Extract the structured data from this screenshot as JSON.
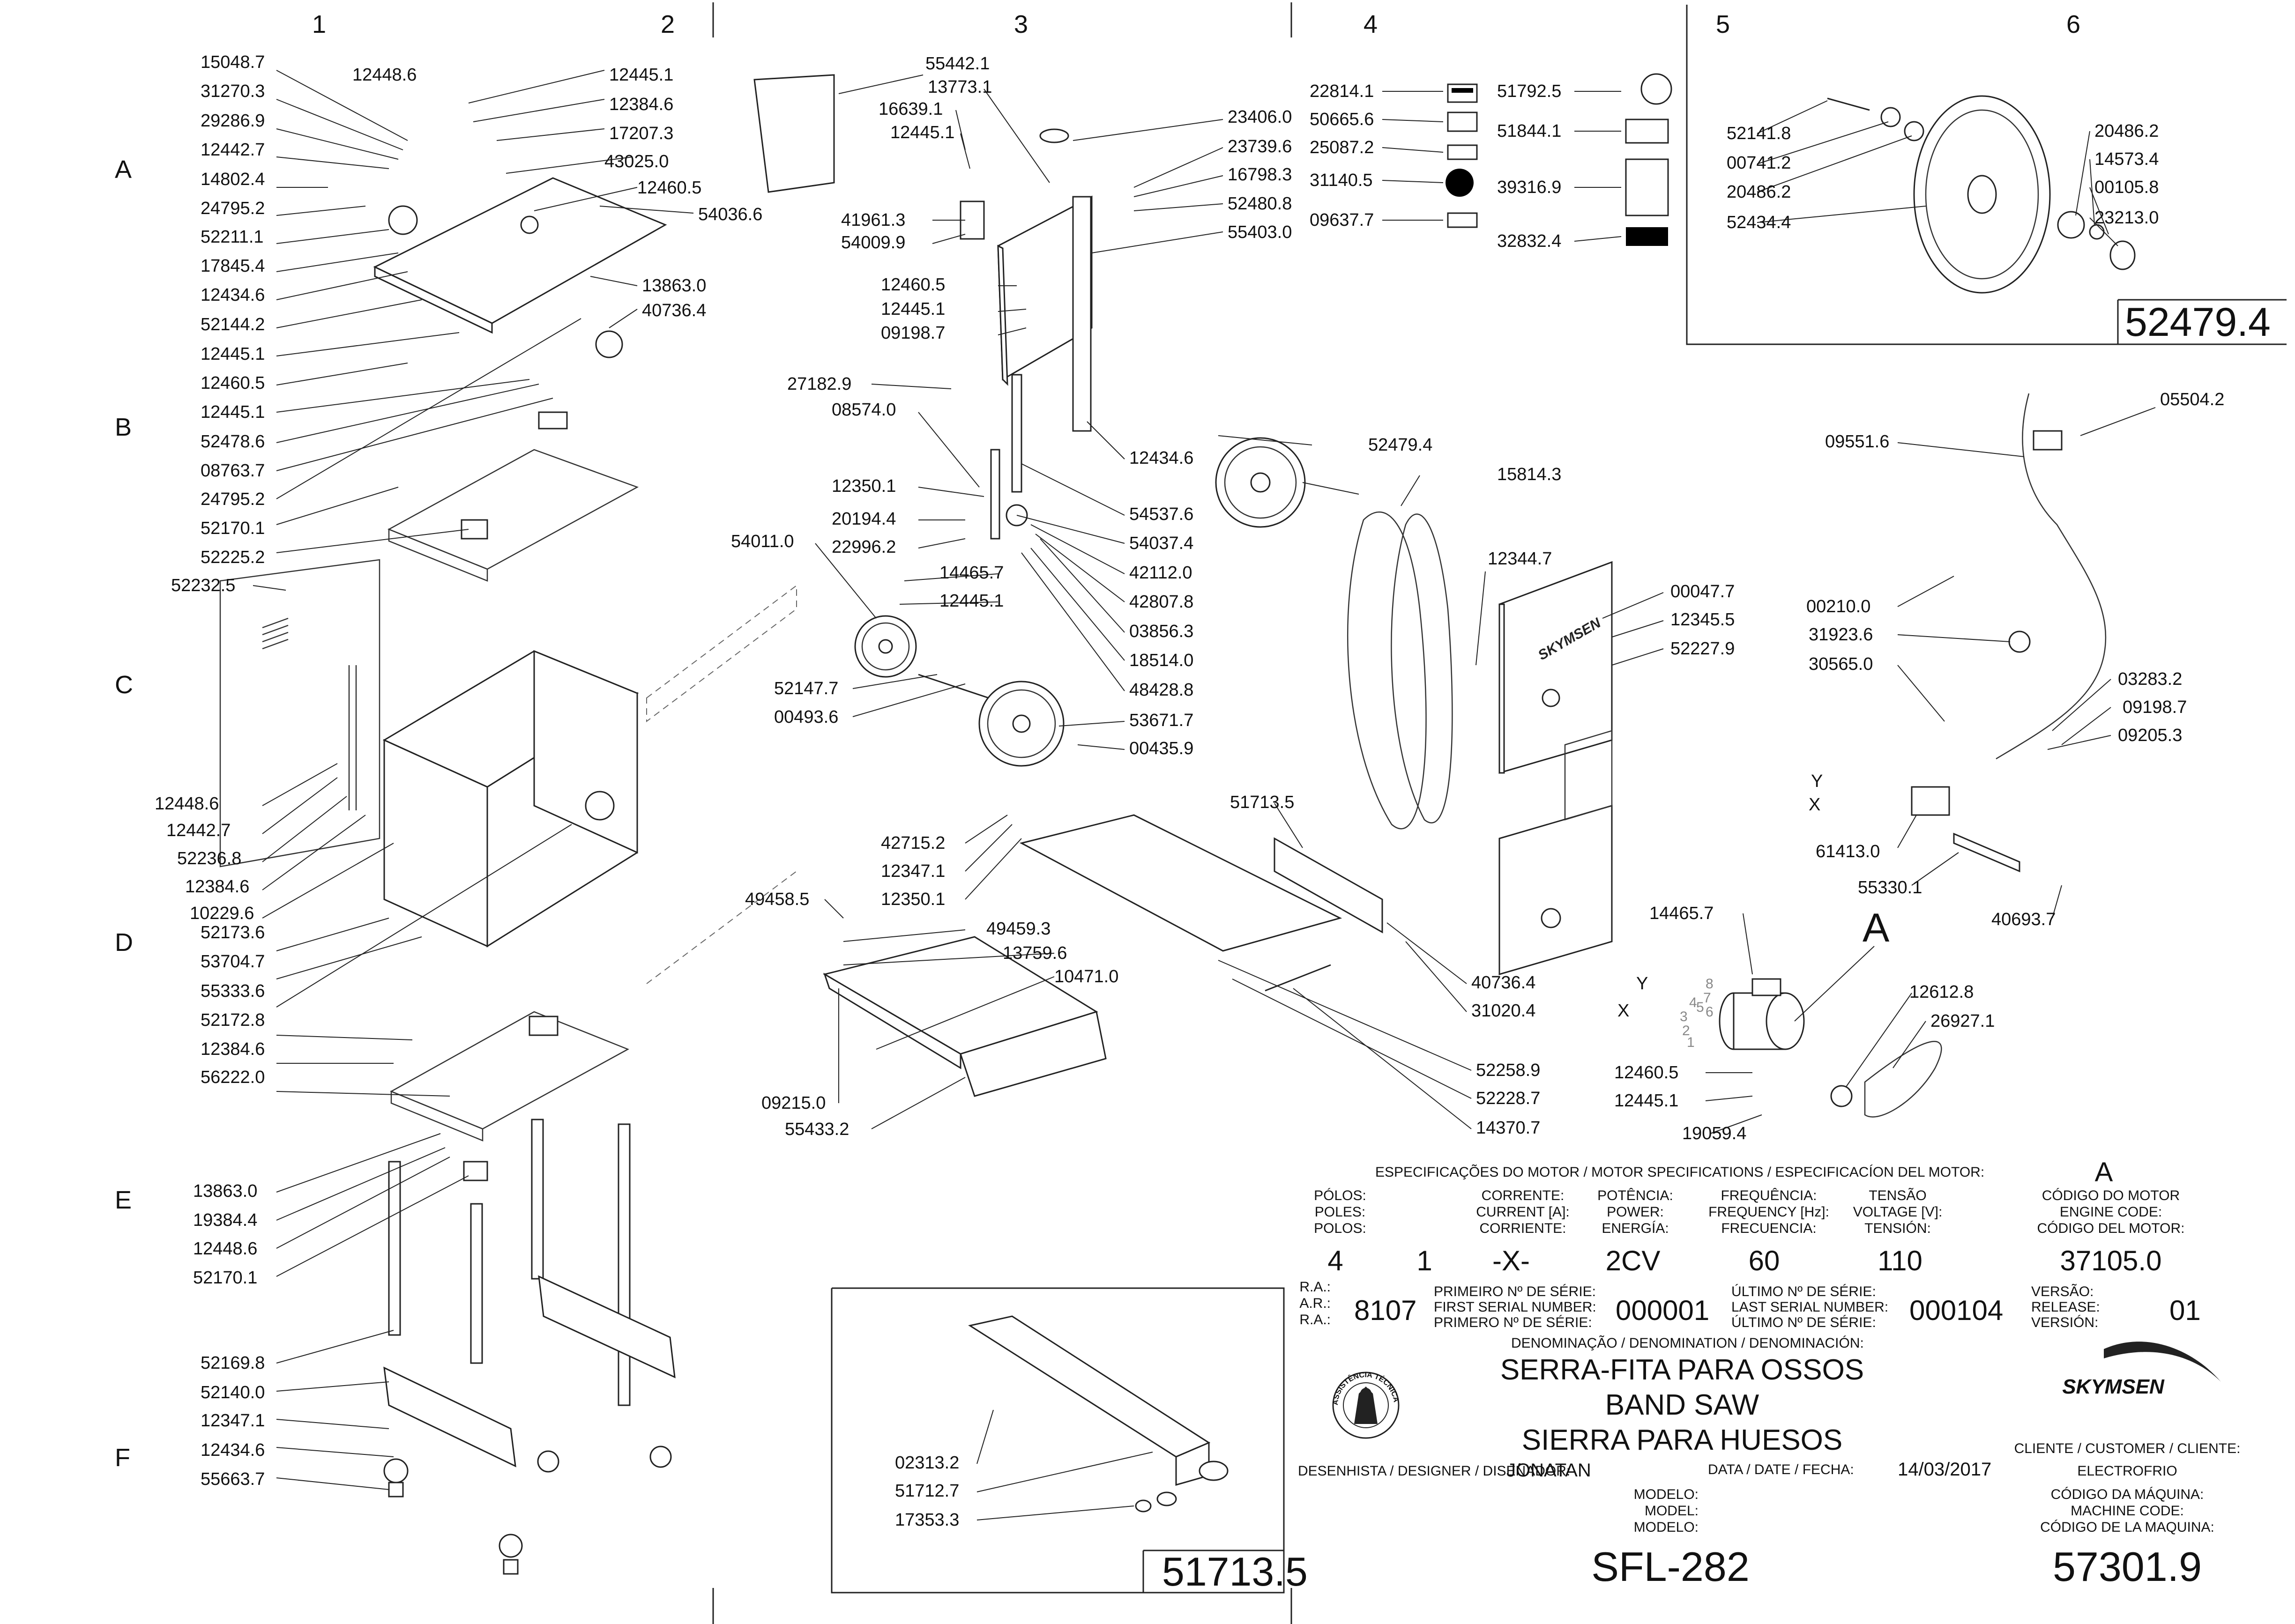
{
  "grid": {
    "columns": [
      "1",
      "2",
      "3",
      "4",
      "5",
      "6"
    ],
    "rows": [
      "A",
      "B",
      "C",
      "D",
      "E",
      "F"
    ]
  },
  "parts": {
    "p15048_7": "15048.7",
    "p12448_6a": "12448.6",
    "p12445_1a": "12445.1",
    "p31270_3": "31270.3",
    "p12384_6a": "12384.6",
    "p29286_9": "29286.9",
    "p17207_3": "17207.3",
    "p12442_7a": "12442.7",
    "p43025_0": "43025.0",
    "p14802_4": "14802.4",
    "p12460_5a": "12460.5",
    "p24795_2a": "24795.2",
    "p54036_6": "54036.6",
    "p52211_1": "52211.1",
    "p17845_4": "17845.4",
    "p13863_0a": "13863.0",
    "p12434_6a": "12434.6",
    "p40736_4a": "40736.4",
    "p52144_2": "52144.2",
    "p12445_1b": "12445.1",
    "p12460_5b": "12460.5",
    "p12445_1c": "12445.1",
    "p52478_6": "52478.6",
    "p08763_7": "08763.7",
    "p24795_2b": "24795.2",
    "p52170_1a": "52170.1",
    "p52225_2": "52225.2",
    "p52232_5": "52232.5",
    "p12448_6b": "12448.6",
    "p12442_7b": "12442.7",
    "p52236_8": "52236.8",
    "p12384_6b": "12384.6",
    "p10229_6": "10229.6",
    "p52173_6": "52173.6",
    "p53704_7": "53704.7",
    "p55333_6": "55333.6",
    "p52172_8": "52172.8",
    "p12384_6c": "12384.6",
    "p56222_0": "56222.0",
    "p13863_0b": "13863.0",
    "p19384_4": "19384.4",
    "p12448_6c": "12448.6",
    "p52170_1b": "52170.1",
    "p52169_8": "52169.8",
    "p52140_0": "52140.0",
    "p12347_1a": "12347.1",
    "p12434_6b": "12434.6",
    "p55663_7": "55663.7",
    "p55442_1": "55442.1",
    "p13773_1": "13773.1",
    "p16639_1": "16639.1",
    "p12445_1d": "12445.1",
    "p23406_0": "23406.0",
    "p23739_6": "23739.6",
    "p16798_3": "16798.3",
    "p52480_8": "52480.8",
    "p55403_0": "55403.0",
    "p41961_3": "41961.3",
    "p54009_9": "54009.9",
    "p12460_5c": "12460.5",
    "p12445_1e": "12445.1",
    "p09198_7a": "09198.7",
    "p27182_9": "27182.9",
    "p08574_0": "08574.0",
    "p12434_6c": "12434.6",
    "p12350_1a": "12350.1",
    "p54537_6": "54537.6",
    "p20194_4": "20194.4",
    "p54037_4": "54037.4",
    "p22996_2": "22996.2",
    "p54011_0": "54011.0",
    "p42112_0": "42112.0",
    "p14465_7a": "14465.7",
    "p42807_8": "42807.8",
    "p12445_1f": "12445.1",
    "p03856_3": "03856.3",
    "p18514_0": "18514.0",
    "p52147_7": "52147.7",
    "p48428_8": "48428.8",
    "p00493_6": "00493.6",
    "p53671_7": "53671.7",
    "p00435_9": "00435.9",
    "p42715_2": "42715.2",
    "p12347_1b": "12347.1",
    "p12350_1b": "12350.1",
    "p49458_5": "49458.5",
    "p49459_3": "49459.3",
    "p13759_6": "13759.6",
    "p10471_0": "10471.0",
    "p09215_0": "09215.0",
    "p55433_2": "55433.2",
    "p51713_5a": "51713.5",
    "p52258_9": "52258.9",
    "p52228_7": "52228.7",
    "p14370_7": "14370.7",
    "p40736_4b": "40736.4",
    "p31020_4": "31020.4",
    "p22814_1": "22814.1",
    "p50665_6": "50665.6",
    "p25087_2": "25087.2",
    "p31140_5": "31140.5",
    "p09637_7": "09637.7",
    "p51792_5": "51792.5",
    "p51844_1": "51844.1",
    "p39316_9": "39316.9",
    "p32832_4": "32832.4",
    "p52479_4a": "52479.4",
    "p15814_3": "15814.3",
    "p12344_7": "12344.7",
    "p00047_7": "00047.7",
    "p12345_5": "12345.5",
    "p52227_9": "52227.9",
    "p52141_8": "52141.8",
    "p00741_2": "00741.2",
    "p20486_2a": "20486.2",
    "p52434_4": "52434.4",
    "p20486_2b": "20486.2",
    "p14573_4": "14573.4",
    "p00105_8": "00105.8",
    "p23213_0": "23213.0",
    "p52479_4box": "52479.4",
    "p05504_2": "05504.2",
    "p09551_6": "09551.6",
    "p00210_0": "00210.0",
    "p31923_6": "31923.6",
    "p30565_0": "30565.0",
    "p03283_2": "03283.2",
    "p09198_7b": "09198.7",
    "p09205_3": "09205.3",
    "pY1": "Y",
    "pX1": "X",
    "p61413_0": "61413.0",
    "p55330_1": "55330.1",
    "p40693_7": "40693.7",
    "p14465_7b": "14465.7",
    "pA": "A",
    "p12612_8": "12612.8",
    "p26927_1": "26927.1",
    "p12460_5d": "12460.5",
    "p12445_1g": "12445.1",
    "p19059_4": "19059.4",
    "pY2": "Y",
    "pX2": "X",
    "m8": "8",
    "m7": "7",
    "m6": "6",
    "m5": "5",
    "m4": "4",
    "m3": "3",
    "m2": "2",
    "m1": "1",
    "p02313_2": "02313.2",
    "p51712_7": "51712.7",
    "p17353_3": "17353.3",
    "p51713_5box": "51713.5"
  },
  "motor": {
    "header": "ESPECIFICAÇÕES DO MOTOR / MOTOR SPECIFICATIONS / ESPECIFICACÍON DEL MOTOR:",
    "header_code": "A",
    "cols": [
      {
        "l1": "PÓLOS:",
        "l2": "POLES:",
        "l3": "POLOS:",
        "value": "4"
      },
      {
        "l1": "",
        "l2": "",
        "l3": "",
        "value": "1"
      },
      {
        "l1": "CORRENTE:",
        "l2": "CURRENT [A]:",
        "l3": "CORRIENTE:",
        "value": "-X-"
      },
      {
        "l1": "POTÊNCIA:",
        "l2": "POWER:",
        "l3": "ENERGÍA:",
        "value": "2CV"
      },
      {
        "l1": "FREQUÊNCIA:",
        "l2": "FREQUENCY [Hz]:",
        "l3": "FRECUENCIA:",
        "value": "60"
      },
      {
        "l1": "TENSÃO",
        "l2": "VOLTAGE [V]:",
        "l3": "TENSIÓN:",
        "value": "110"
      },
      {
        "l1": "CÓDIGO DO MOTOR",
        "l2": "ENGINE CODE:",
        "l3": "CÓDIGO DEL MOTOR:",
        "value": "37105.0"
      }
    ]
  },
  "titleblock": {
    "ra_labels": [
      "R.A.:",
      "A.R.:",
      "R.A.:"
    ],
    "ra_value": "8107",
    "first_serial_labels": [
      "PRIMEIRO Nº DE SÉRIE:",
      "FIRST SERIAL NUMBER:",
      "PRIMERO Nº DE SÉRIE:"
    ],
    "first_serial": "000001",
    "last_serial_labels": [
      "ÚLTIMO Nº DE SÉRIE:",
      "LAST SERIAL NUMBER:",
      "ÚLTIMO Nº DE SÉRIE:"
    ],
    "last_serial": "000104",
    "version_labels": [
      "VERSÃO:",
      "RELEASE:",
      "VERSIÓN:"
    ],
    "version": "01",
    "denomination_label": "DENOMINAÇÃO / DENOMINATION / DENOMINACIÓN:",
    "name_pt": "SERRA-FITA PARA OSSOS",
    "name_en": "BAND SAW",
    "name_es": "SIERRA PARA HUESOS",
    "designer_label": "DESENHISTA / DESIGNER / DISEÑADOR:",
    "designer": "JONATAN",
    "date_label": "DATA / DATE / FECHA:",
    "date": "14/03/2017",
    "model_labels": [
      "MODELO:",
      "MODEL:",
      "MODELO:"
    ],
    "model": "SFL-282",
    "brand": "SKYMSEN",
    "customer_label": "CLIENTE / CUSTOMER / CLIENTE:",
    "customer": "ELECTROFRIO",
    "machine_code_labels": [
      "CÓDIGO DA MÁQUINA:",
      "MACHINE CODE:",
      "CÓDIGO DE LA MAQUINA:"
    ],
    "machine_code": "57301.9",
    "seal_text": "ASSISTÊNCIA TÉCNICA AUTORIZADA"
  },
  "colors": {
    "line": "#222222",
    "paper": "#ffffff",
    "label_black": "#000000"
  }
}
